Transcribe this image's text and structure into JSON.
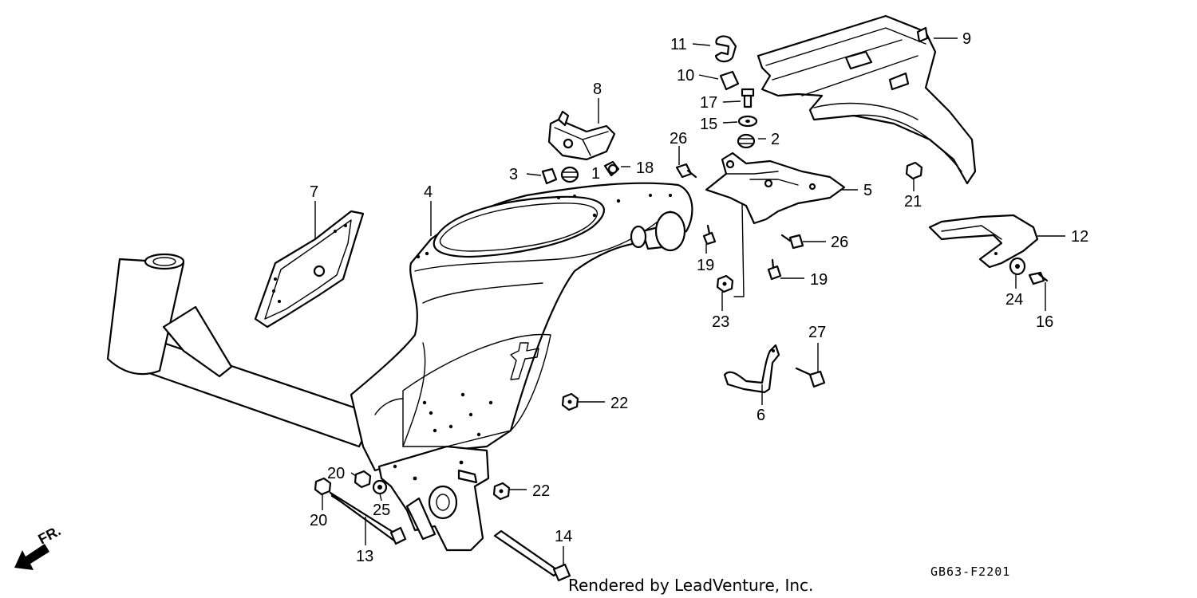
{
  "callouts": {
    "c1": "1",
    "c2": "2",
    "c3": "3",
    "c4": "4",
    "c5": "5",
    "c6": "6",
    "c7": "7",
    "c8": "8",
    "c9": "9",
    "c10": "10",
    "c11": "11",
    "c12": "12",
    "c13": "13",
    "c14": "14",
    "c15": "15",
    "c16": "16",
    "c17": "17",
    "c18": "18",
    "c19a": "19",
    "c19b": "19",
    "c20a": "20",
    "c20b": "20",
    "c21": "21",
    "c22a": "22",
    "c22b": "22",
    "c23": "23",
    "c24": "24",
    "c25": "25",
    "c26a": "26",
    "c26b": "26",
    "c27": "27"
  },
  "front_indicator": "FR.",
  "credit": "Rendered by LeadVenture, Inc.",
  "diagram_code": "GB63-F2201"
}
